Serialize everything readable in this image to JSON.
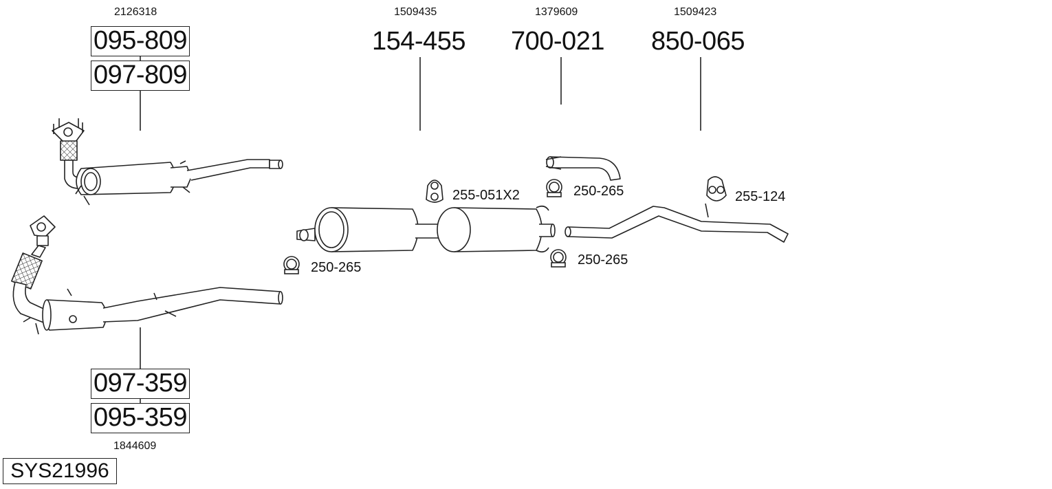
{
  "groups": {
    "cat_top": {
      "oe": "2126318",
      "parts": [
        "095-809",
        "097-809"
      ]
    },
    "cat_bottom": {
      "oe": "1844609",
      "parts": [
        "097-359",
        "095-359"
      ]
    },
    "middle_silencer": {
      "oe": "1509435",
      "part": "154-455"
    },
    "front_pipe": {
      "oe": "1379609",
      "part": "700-021"
    },
    "tail_pipe": {
      "oe": "1509423",
      "part": "850-065"
    }
  },
  "accessories": {
    "hanger_middle": "255-051X2",
    "clamp_front_pipe": "250-265",
    "clamp_left": "250-265",
    "clamp_right": "250-265",
    "hanger_tail": "255-124"
  },
  "system_id": "SYS21996"
}
